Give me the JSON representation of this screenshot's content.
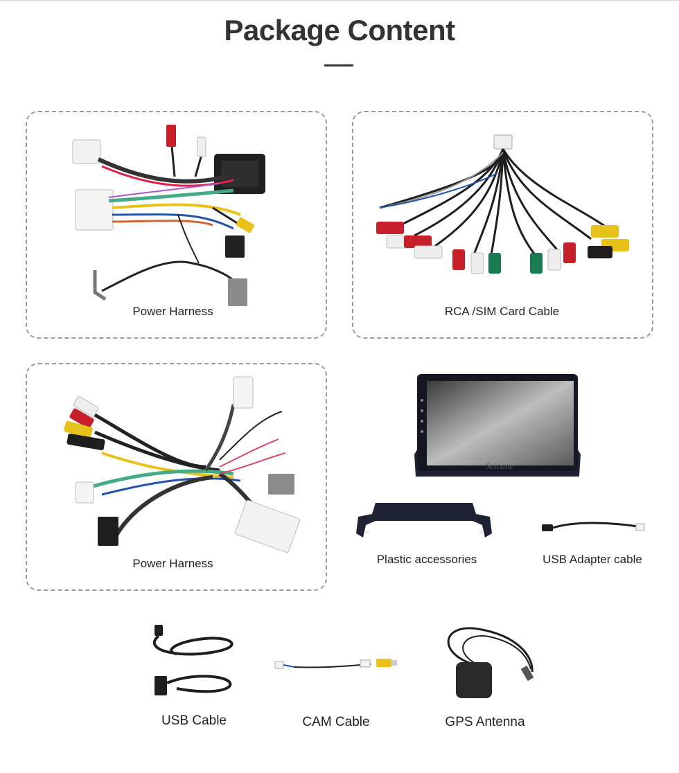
{
  "page": {
    "title": "Package Content"
  },
  "items": {
    "power_harness_1": "Power Harness",
    "rca_sim_cable": "RCA /SIM Card Cable",
    "power_harness_2": "Power Harness",
    "plastic_accessories": "Plastic accessories",
    "usb_adapter_cable": "USB Adapter cable",
    "usb_cable": "USB Cable",
    "cam_cable": "CAM Cable",
    "gps_antenna": "GPS Antenna"
  },
  "head_unit": {
    "brand_mark": "Seicane"
  },
  "colors": {
    "rca_red": "#c8202a",
    "rca_white": "#eeeeee",
    "rca_yellow": "#e8c21a",
    "rca_green": "#1a7a52",
    "cable_black": "#1e1e1e",
    "box_border": "#9a9a9a"
  }
}
